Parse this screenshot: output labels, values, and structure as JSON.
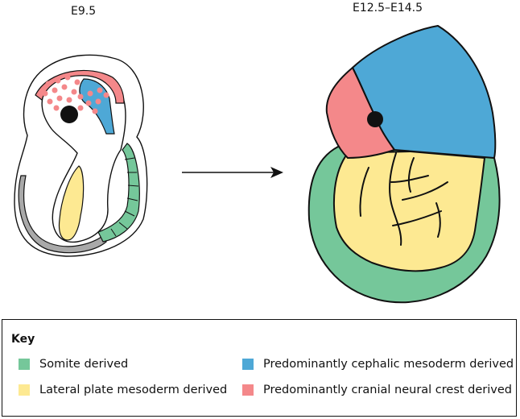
{
  "stages": {
    "early": "E9.5",
    "late": "E12.5–E14.5"
  },
  "key": {
    "title": "Key",
    "items": [
      {
        "label": "Somite derived",
        "color": "#75c79a"
      },
      {
        "label": "Lateral plate mesoderm derived",
        "color": "#fde992"
      },
      {
        "label": "Predominantly cephalic mesoderm derived",
        "color": "#4ea8d6"
      },
      {
        "label": "Predominantly cranial neural crest derived",
        "color": "#f4888a"
      }
    ]
  },
  "colors": {
    "somite": "#75c79a",
    "lateral_plate": "#fde992",
    "cephalic_mesoderm": "#4ea8d6",
    "neural_crest": "#f4888a",
    "tail": "#a9a9a9",
    "outline": "#111111"
  }
}
